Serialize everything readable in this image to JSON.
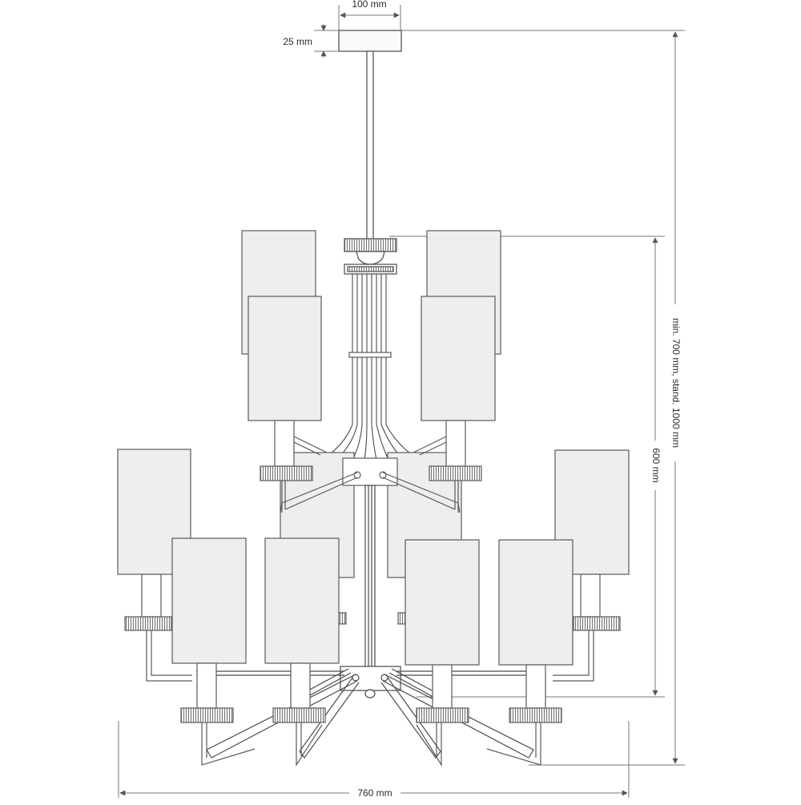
{
  "dimensions": {
    "canopy_width": "100 mm",
    "canopy_height": "25 mm",
    "overall_height": "min. 700 mm, stand. 1000 mm",
    "body_height": "600 mm",
    "overall_width": "760 mm"
  },
  "colors": {
    "line": "#4a4a4a",
    "dimension_line": "#777777",
    "shade_fill": "#eeeeee",
    "shade_stroke": "#5a5a5a"
  }
}
